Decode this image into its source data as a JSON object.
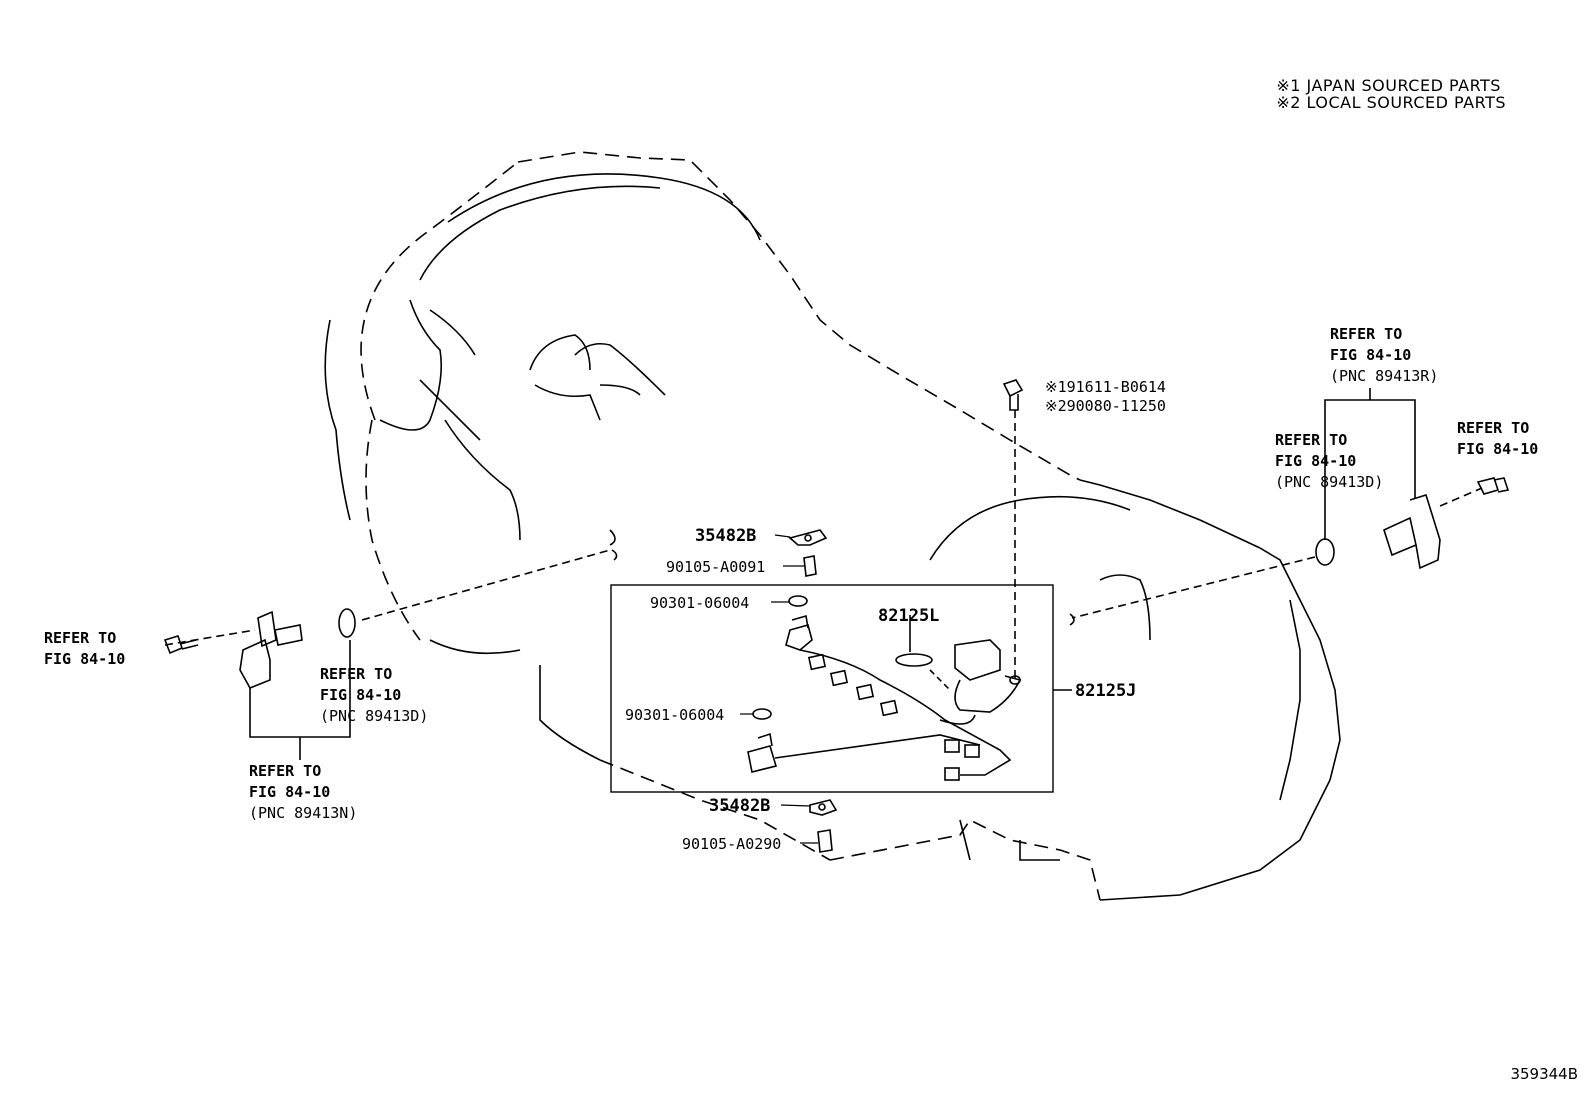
{
  "legend": [
    {
      "mark": "※1",
      "text": "JAPAN SOURCED PARTS"
    },
    {
      "mark": "※2",
      "text": "LOCAL SOURCED PARTS"
    }
  ],
  "diagram_code": "359344B",
  "refs": {
    "left_bolt": [
      "REFER TO",
      "FIG 84-10"
    ],
    "left_oring": [
      "REFER TO",
      "FIG 84-10",
      "(PNC 89413D)"
    ],
    "left_sensor": [
      "REFER TO",
      "FIG 84-10",
      "(PNC 89413N)"
    ],
    "right_top": [
      "REFER TO",
      "FIG 84-10",
      "(PNC 89413R)"
    ],
    "right_oring": [
      "REFER TO",
      "FIG 84-10",
      "(PNC 89413D)"
    ],
    "right_bolt": [
      "REFER TO",
      "FIG 84-10"
    ]
  },
  "parts": {
    "clamp_top": "35482B",
    "bolt_top": "90105-A0091",
    "oring_1": "90301-06004",
    "oring_2": "90301-06004",
    "sensor_oring": "82125L",
    "harness": "82125J",
    "clamp_bottom": "35482B",
    "bolt_bottom": "90105-A0290",
    "bolt_jp": "※191611-B0614",
    "bolt_local": "※290080-11250"
  }
}
